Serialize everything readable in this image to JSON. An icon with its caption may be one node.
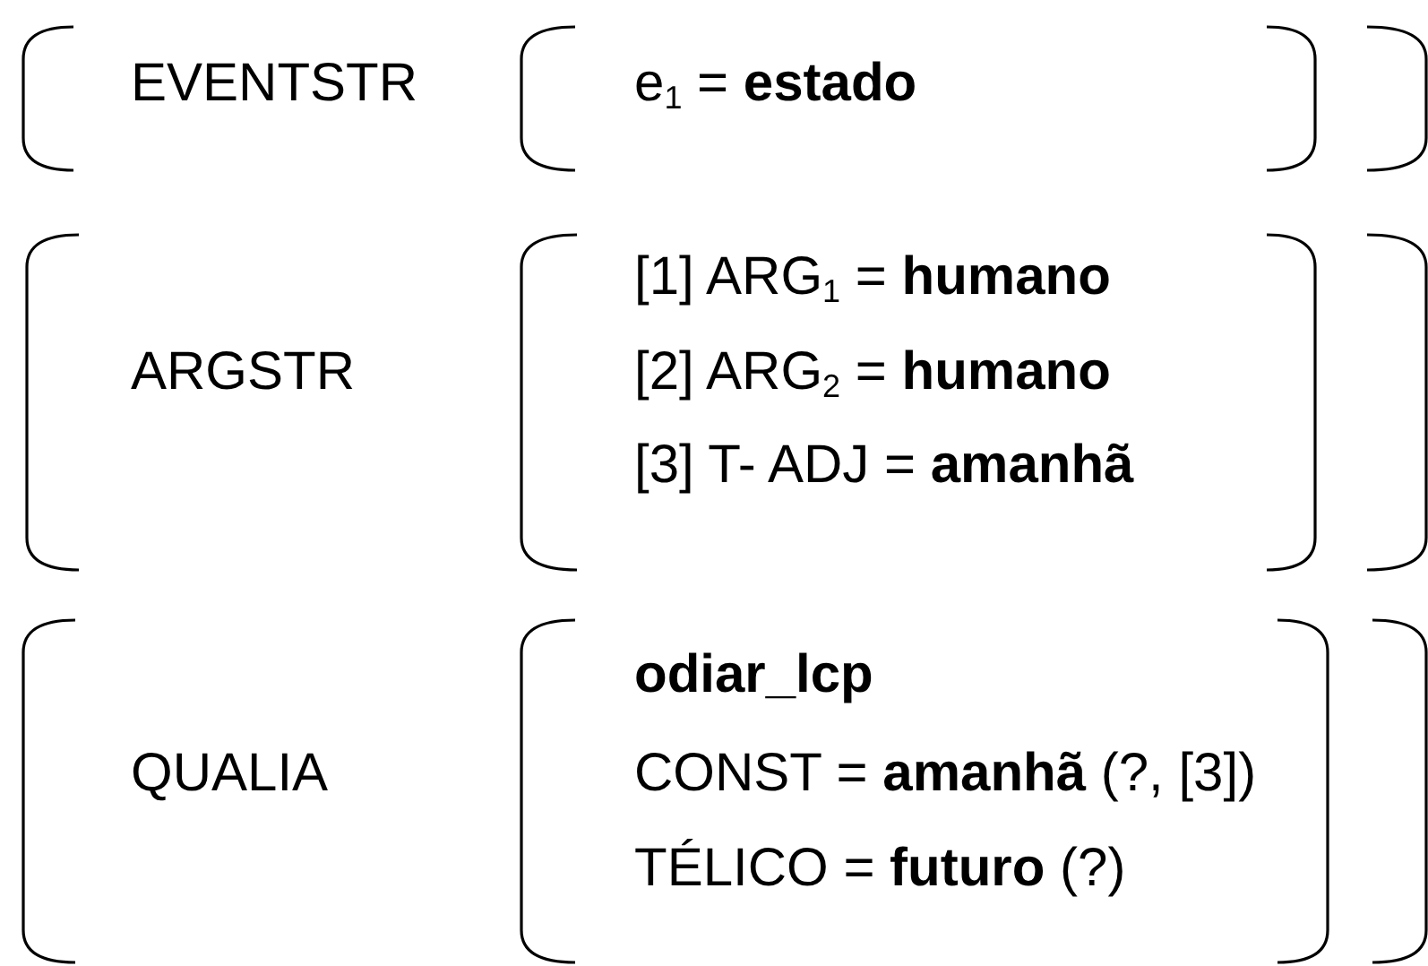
{
  "diagram": {
    "labels": [
      "EVENTSTR",
      "e$_{1}$ = **estado**",
      "ARGSTR",
      "[1] ARG$_{1}$ = **humano**",
      "[2] ARG$_{2}$ = **humano**",
      "[3] T- ADJ = **amanhã**",
      "QUALIA",
      "odiar_lcp",
      "CONST = **amanhã** (?, [3])",
      "TÉLICO = **futuro** (?)"
    ]
  }
}
